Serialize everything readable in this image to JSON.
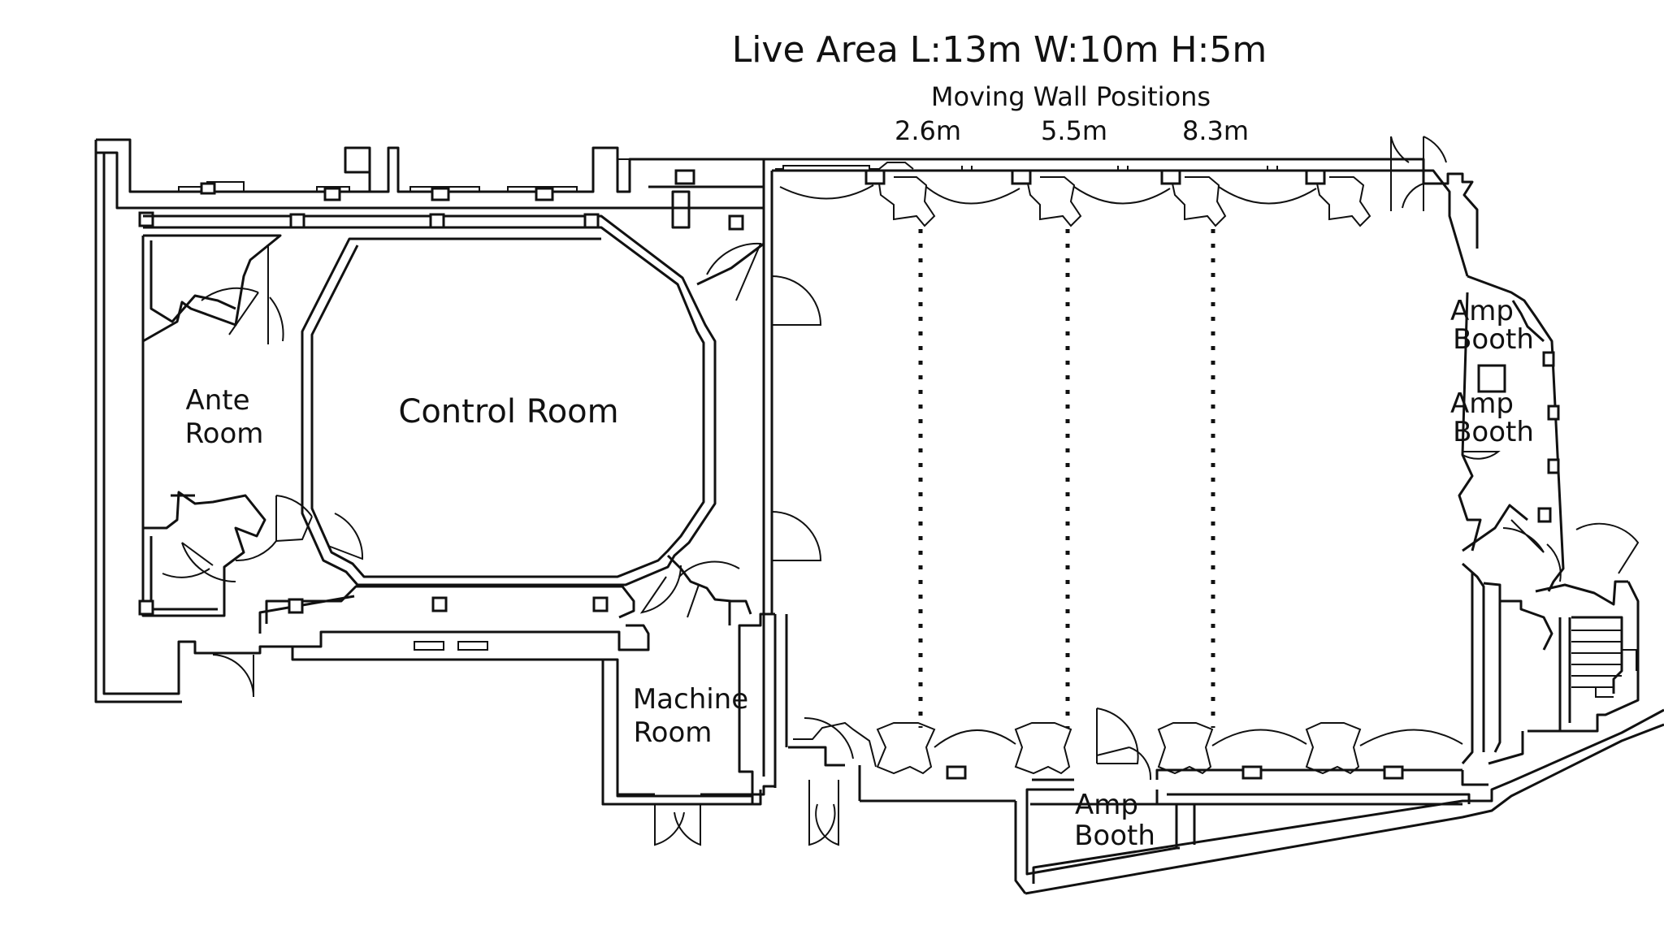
{
  "header": {
    "title": "Live Area L:13m W:10m H:5m",
    "subtitle": "Moving Wall Positions",
    "positions": [
      "2.6m",
      "5.5m",
      "8.3m"
    ]
  },
  "rooms": {
    "ante_room": [
      "Ante",
      "Room"
    ],
    "control_room": "Control Room",
    "machine_room": [
      "Machine",
      "Room"
    ],
    "amp_booth_upper": [
      "Amp",
      "Booth"
    ],
    "amp_booth_middle": [
      "Amp",
      "Booth"
    ],
    "amp_booth_bottom": [
      "Amp",
      "Booth"
    ]
  },
  "colors": {
    "line": "#111111",
    "background": "#ffffff"
  }
}
